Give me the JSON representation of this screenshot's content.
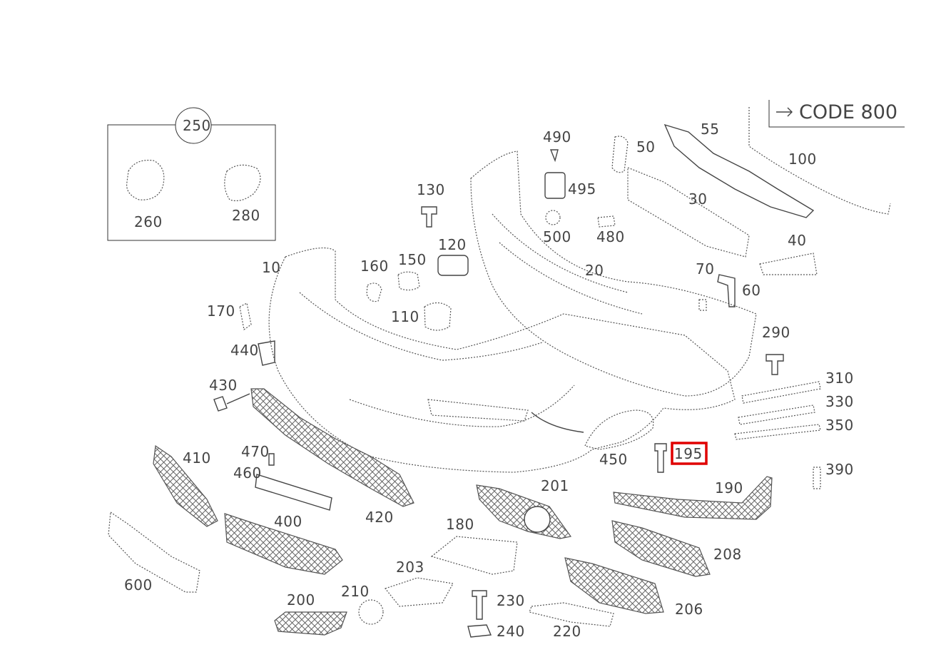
{
  "diagram": {
    "code_note": "CODE 800",
    "inset_label": "250",
    "highlighted": "195",
    "highlight_color": "#e00000",
    "labels": {
      "l10": "10",
      "l20": "20",
      "l30": "30",
      "l40": "40",
      "l50": "50",
      "l55": "55",
      "l60": "60",
      "l70": "70",
      "l100": "100",
      "l110": "110",
      "l120": "120",
      "l130": "130",
      "l150": "150",
      "l160": "160",
      "l170": "170",
      "l180": "180",
      "l190": "190",
      "l195": "195",
      "l200": "200",
      "l201": "201",
      "l203": "203",
      "l206": "206",
      "l208": "208",
      "l210": "210",
      "l220": "220",
      "l230": "230",
      "l240": "240",
      "l260": "260",
      "l280": "280",
      "l290": "290",
      "l310": "310",
      "l330": "330",
      "l350": "350",
      "l390": "390",
      "l400": "400",
      "l410": "410",
      "l420": "420",
      "l430": "430",
      "l440": "440",
      "l450": "450",
      "l460": "460",
      "l470": "470",
      "l480": "480",
      "l490": "490",
      "l495": "495",
      "l500": "500",
      "l600": "600"
    }
  }
}
